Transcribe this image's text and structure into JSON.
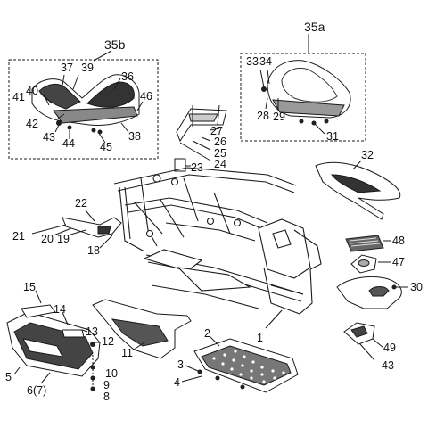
{
  "callouts": {
    "c35a": "35a",
    "c35b": "35b",
    "c33": "33",
    "c34": "34",
    "c28": "28",
    "c29": "29",
    "c31": "31",
    "c37": "37",
    "c39": "39",
    "c36": "36",
    "c40": "40",
    "c41": "41",
    "c46": "46",
    "c42": "42",
    "c43a": "43",
    "c44": "44",
    "c45": "45",
    "c38": "38",
    "c27": "27",
    "c26": "26",
    "c25": "25",
    "c24": "24",
    "c23": "23",
    "c32": "32",
    "c22": "22",
    "c21": "21",
    "c20": "20",
    "c19": "19",
    "c18": "18",
    "c48": "48",
    "c47": "47",
    "c30": "30",
    "c15": "15",
    "c14": "14",
    "c13": "13",
    "c12": "12",
    "c11": "11",
    "c10": "10",
    "c9": "9",
    "c8": "8",
    "c5": "5",
    "c67": "6(7)",
    "c1": "1",
    "c2": "2",
    "c3": "3",
    "c4": "4",
    "c49": "49",
    "c43b": "43"
  },
  "colors": {
    "line": "#1a1a1a",
    "fill": "#ffffff",
    "shade": "#555555",
    "dark": "#222222"
  }
}
